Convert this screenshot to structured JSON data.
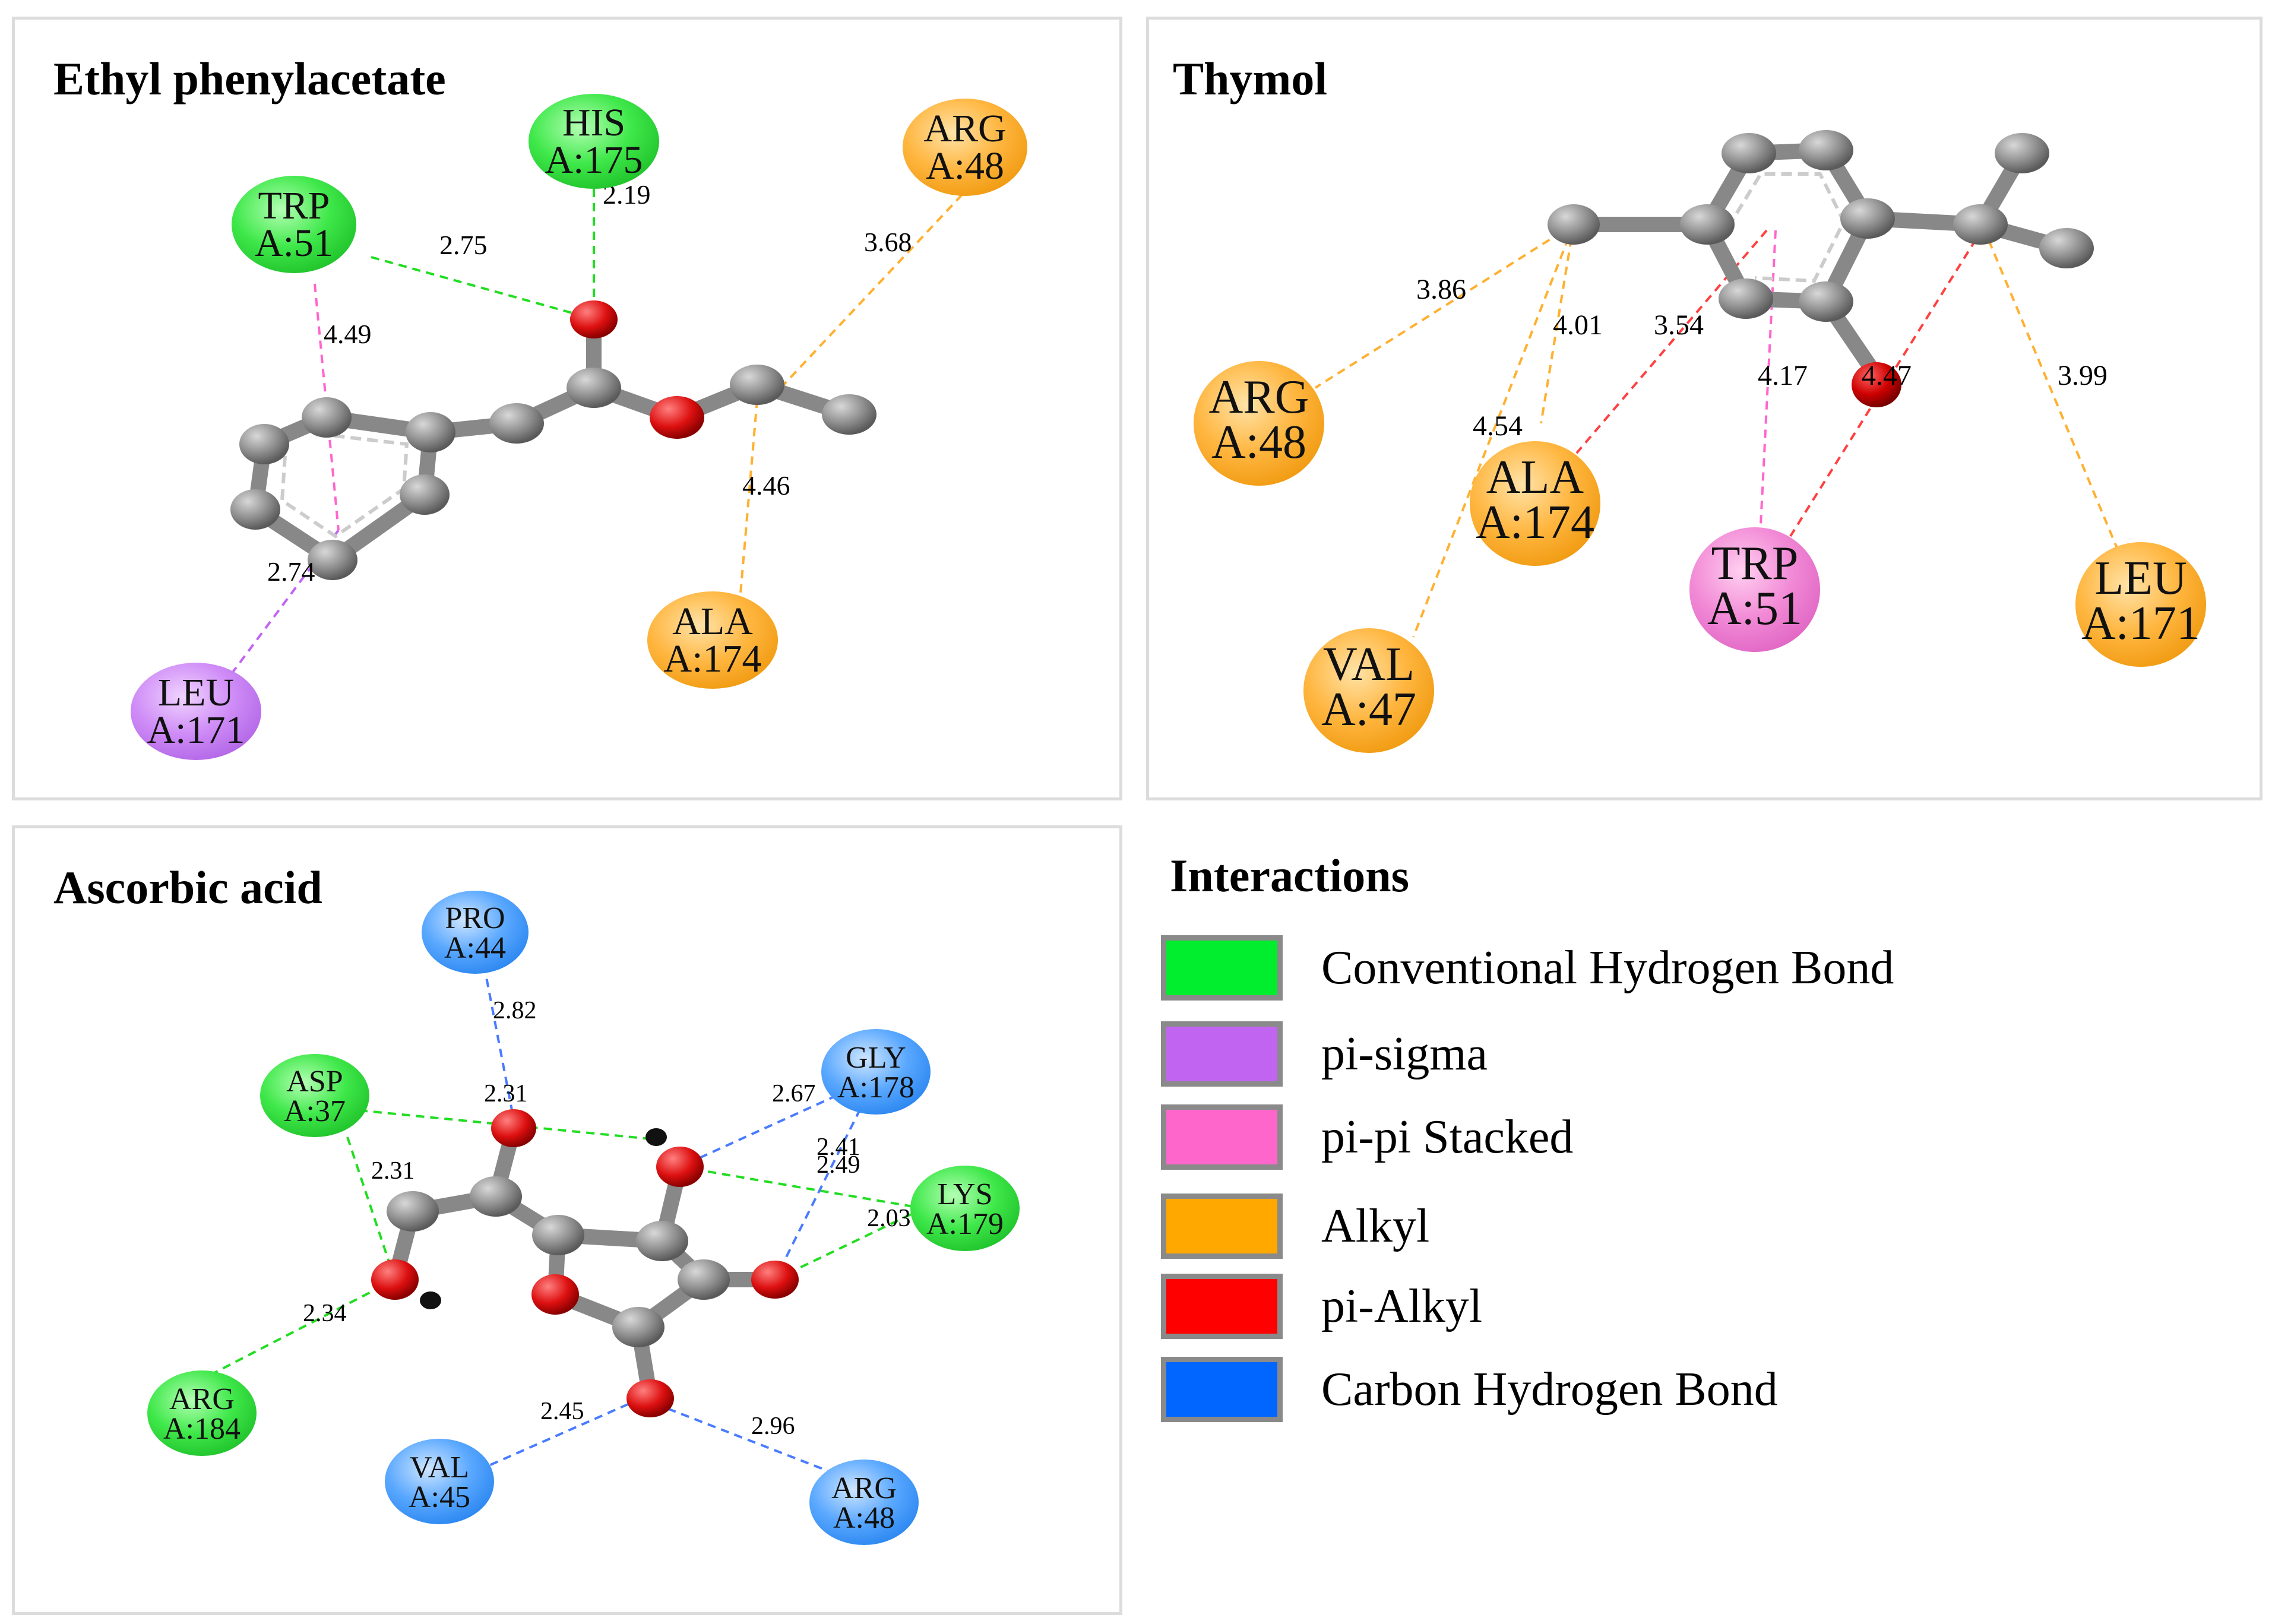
{
  "panels": [
    {
      "title": "Ethyl phenylacetate",
      "residues": [
        {
          "name": "HIS",
          "id": "A:175",
          "type": "conventional-hydrogen-bond"
        },
        {
          "name": "TRP",
          "id": "A:51",
          "type": "conventional-hydrogen-bond"
        },
        {
          "name": "ARG",
          "id": "A:48",
          "type": "alkyl"
        },
        {
          "name": "ALA",
          "id": "A:174",
          "type": "alkyl"
        },
        {
          "name": "LEU",
          "id": "A:171",
          "type": "pi-sigma"
        }
      ],
      "distances": [
        "2.19",
        "2.75",
        "4.49",
        "3.68",
        "4.46",
        "2.74"
      ]
    },
    {
      "title": "Thymol",
      "residues": [
        {
          "name": "ARG",
          "id": "A:48",
          "type": "alkyl"
        },
        {
          "name": "ALA",
          "id": "A:174",
          "type": "alkyl"
        },
        {
          "name": "VAL",
          "id": "A:47",
          "type": "alkyl"
        },
        {
          "name": "TRP",
          "id": "A:51",
          "type": "pi-pi-stacked"
        },
        {
          "name": "LEU",
          "id": "A:171",
          "type": "alkyl"
        }
      ],
      "distances": [
        "3.86",
        "4.01",
        "3.54",
        "4.54",
        "4.17",
        "4.47",
        "3.99"
      ]
    },
    {
      "title": "Ascorbic acid",
      "residues": [
        {
          "name": "PRO",
          "id": "A:44",
          "type": "carbon-hydrogen-bond"
        },
        {
          "name": "ASP",
          "id": "A:37",
          "type": "conventional-hydrogen-bond"
        },
        {
          "name": "GLY",
          "id": "A:178",
          "type": "carbon-hydrogen-bond"
        },
        {
          "name": "LYS",
          "id": "A:179",
          "type": "conventional-hydrogen-bond"
        },
        {
          "name": "ARG",
          "id": "A:184",
          "type": "conventional-hydrogen-bond"
        },
        {
          "name": "VAL",
          "id": "A:45",
          "type": "carbon-hydrogen-bond"
        },
        {
          "name": "ARG",
          "id": "A:48",
          "type": "carbon-hydrogen-bond"
        }
      ],
      "distances": [
        "2.82",
        "2.31",
        "2.67",
        "2.31",
        "2.41",
        "2.49",
        "2.03",
        "2.34",
        "2.45",
        "2.96"
      ]
    }
  ],
  "legend": {
    "title": "Interactions",
    "items": [
      {
        "label": "Conventional Hydrogen Bond",
        "color": "#00ee2e",
        "type": "conventional-hydrogen-bond"
      },
      {
        "label": "pi-sigma",
        "color": "#c264f2",
        "type": "pi-sigma"
      },
      {
        "label": "pi-pi Stacked",
        "color": "#ff66cc",
        "type": "pi-pi-stacked"
      },
      {
        "label": "Alkyl",
        "color": "#ffa800",
        "type": "alkyl"
      },
      {
        "label": "pi-Alkyl",
        "color": "#ff0000",
        "type": "pi-alkyl"
      },
      {
        "label": "Carbon Hydrogen Bond",
        "color": "#0066ff",
        "type": "carbon-hydrogen-bond"
      }
    ]
  }
}
